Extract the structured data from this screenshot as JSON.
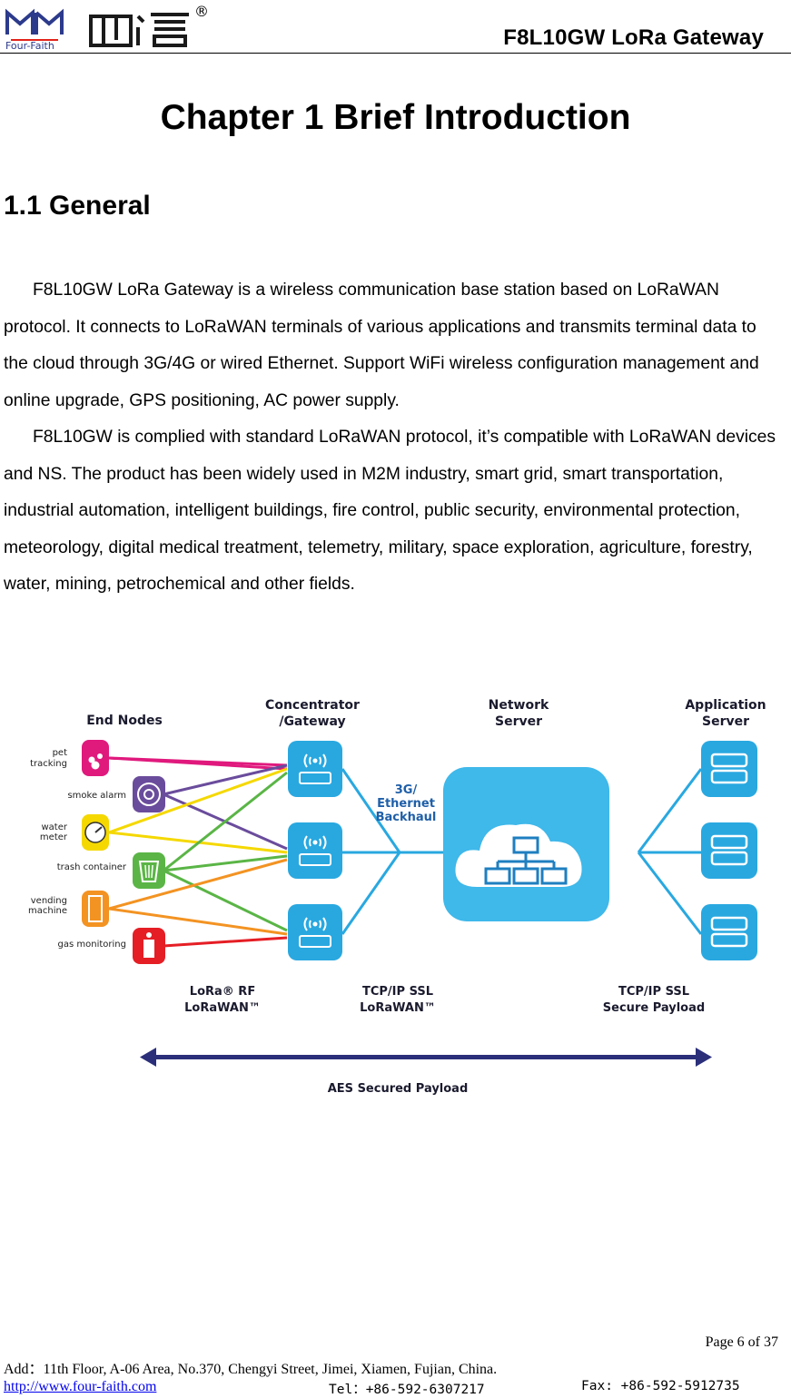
{
  "header": {
    "brand_text": "Four-Faith",
    "registered_mark": "®",
    "title": "F8L10GW LoRa Gateway"
  },
  "chapter_title": "Chapter 1 Brief Introduction",
  "section_title": "1.1 General",
  "paragraphs": [
    "F8L10GW LoRa Gateway is a wireless communication base station based on LoRaWAN protocol. It connects to LoRaWAN terminals of various applications and transmits terminal data to the cloud through 3G/4G or wired Ethernet. Support WiFi wireless configuration management and online upgrade, GPS positioning, AC power supply.",
    "F8L10GW is complied with standard LoRaWAN protocol, it’s compatible with LoRaWAN devices and NS. The product has been widely used in M2M industry, smart grid, smart transportation, industrial automation, intelligent buildings, fire control, public security, environmental protection, meteorology, digital medical treatment, telemetry, military, space exploration, agriculture, forestry, water, mining, petrochemical and other fields."
  ],
  "diagram": {
    "col_end_nodes": "End Nodes",
    "col_gateway_1": "Concentrator",
    "col_gateway_2": "/Gateway",
    "col_network_1": "Network",
    "col_network_2": "Server",
    "col_app_1": "Application",
    "col_app_2": "Server",
    "backhaul_1": "3G/",
    "backhaul_2": "Ethernet",
    "backhaul_3": "Backhaul",
    "node_pet_1": "pet",
    "node_pet_2": "tracking",
    "node_smoke": "smoke alarm",
    "node_water_1": "water",
    "node_water_2": "meter",
    "node_trash": "trash container",
    "node_vending_1": "vending",
    "node_vending_2": "machine",
    "node_gas": "gas monitoring",
    "proto_lora_1": "LoRa® RF",
    "proto_lora_2": "LoRaWAN™",
    "proto_tcp_1": "TCP/IP SSL",
    "proto_tcp_2": "LoRaWAN™",
    "proto_secure_1": "TCP/IP SSL",
    "proto_secure_2": "Secure Payload",
    "aes_label": "AES Secured Payload"
  },
  "footer": {
    "page_label": "Page  6  of  37",
    "address": "Add：11th Floor, A-06 Area, No.370, Chengyi Street, Jimei, Xiamen, Fujian, China.",
    "url": "http://www.four-faith.com",
    "tel": "Tel：+86-592-6307217",
    "fax": "Fax: +86-592-5912735"
  },
  "colors": {
    "accent_blue": "#29a8e0",
    "deep_blue": "#1f5fa8",
    "navy": "#2b2f7a",
    "pet_pink": "#e0197d",
    "smoke_purple": "#6a4c9c",
    "water_yellow": "#f5d800",
    "trash_green": "#5ab546",
    "vending_orange": "#f39322",
    "gas_red": "#e51e25"
  }
}
